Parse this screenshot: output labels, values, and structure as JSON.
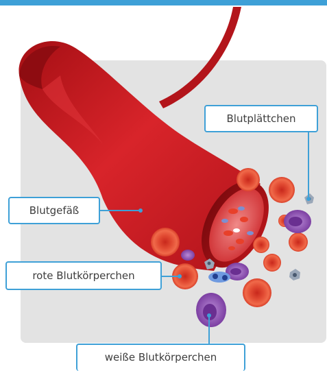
{
  "labels": {
    "platelets": "Blutplättchen",
    "vessel": "Blutgefäß",
    "red_cells": "rote Blutkörperchen",
    "white_cells": "weiße Blutkörperchen"
  },
  "colors": {
    "top_band": "#3ea0d7",
    "panel": "#e3e3e3",
    "leader_line": "#3ea0d7",
    "vessel_red": "#c8181c",
    "red_cell": "#e8402a",
    "white_cell": "#8a4fb0",
    "platelet": "#9aa7b8"
  }
}
